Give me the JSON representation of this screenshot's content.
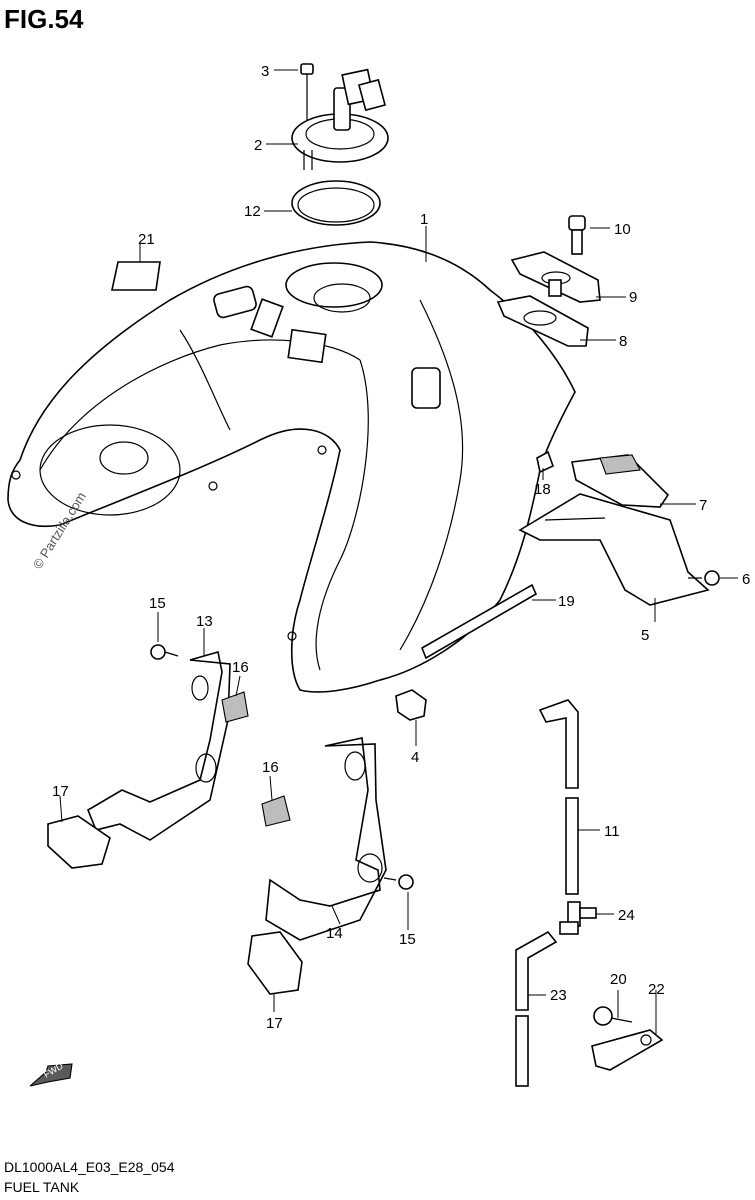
{
  "figure": {
    "title": "FIG.54",
    "model_code": "DL1000AL4_E03_E28_054",
    "caption": "FUEL TANK",
    "watermark": "© Partzilla.com",
    "direction_label": "FWD"
  },
  "callouts": [
    {
      "id": "c1",
      "label": "1"
    },
    {
      "id": "c2",
      "label": "2"
    },
    {
      "id": "c3",
      "label": "3"
    },
    {
      "id": "c4",
      "label": "4"
    },
    {
      "id": "c5",
      "label": "5"
    },
    {
      "id": "c6",
      "label": "6"
    },
    {
      "id": "c7",
      "label": "7"
    },
    {
      "id": "c8",
      "label": "8"
    },
    {
      "id": "c9",
      "label": "9"
    },
    {
      "id": "c10",
      "label": "10"
    },
    {
      "id": "c11",
      "label": "11"
    },
    {
      "id": "c12",
      "label": "12"
    },
    {
      "id": "c13",
      "label": "13"
    },
    {
      "id": "c14",
      "label": "14"
    },
    {
      "id": "c15a",
      "label": "15"
    },
    {
      "id": "c15b",
      "label": "15"
    },
    {
      "id": "c16a",
      "label": "16"
    },
    {
      "id": "c16b",
      "label": "16"
    },
    {
      "id": "c17a",
      "label": "17"
    },
    {
      "id": "c17b",
      "label": "17"
    },
    {
      "id": "c18",
      "label": "18"
    },
    {
      "id": "c19",
      "label": "19"
    },
    {
      "id": "c20",
      "label": "20"
    },
    {
      "id": "c21",
      "label": "21"
    },
    {
      "id": "c22",
      "label": "22"
    },
    {
      "id": "c23",
      "label": "23"
    },
    {
      "id": "c24",
      "label": "24"
    }
  ]
}
